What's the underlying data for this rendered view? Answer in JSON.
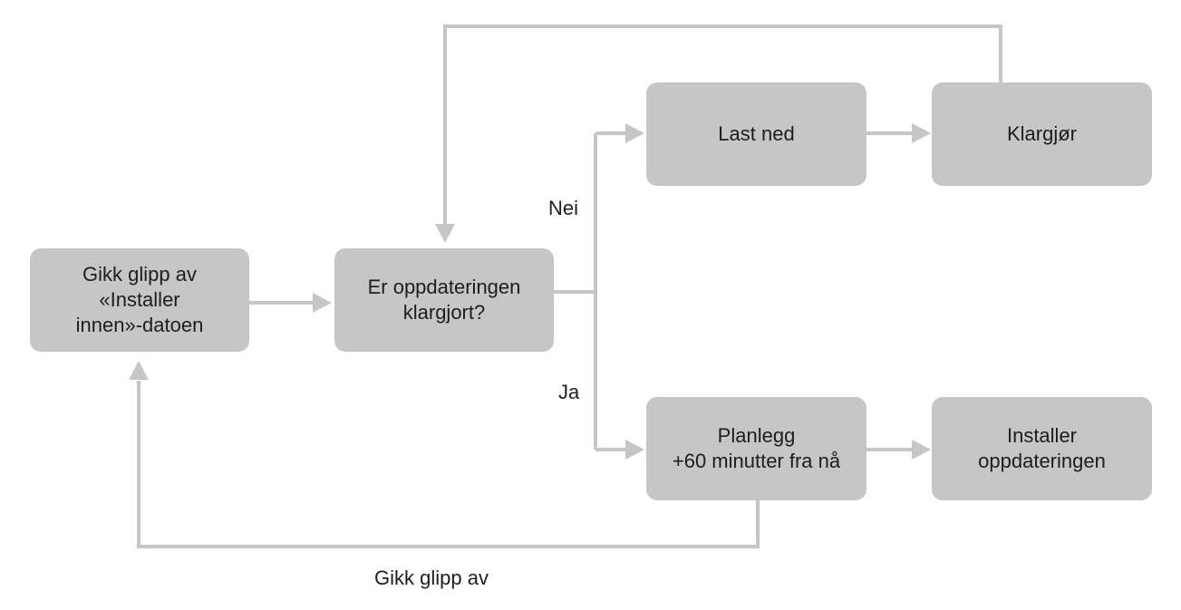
{
  "nodes": {
    "missed_deadline": {
      "lines": [
        "Gikk glipp av",
        "«Installer",
        "innen»-datoen"
      ]
    },
    "is_prepared": {
      "lines": [
        "Er oppdateringen",
        "klargjort?"
      ]
    },
    "download": {
      "lines": [
        "Last ned"
      ]
    },
    "prepare": {
      "lines": [
        "Klargjør"
      ]
    },
    "schedule": {
      "lines": [
        "Planlegg",
        "+60 minutter fra nå"
      ]
    },
    "install": {
      "lines": [
        "Installer",
        "oppdateringen"
      ]
    }
  },
  "edge_labels": {
    "no": "Nei",
    "yes": "Ja",
    "missed": "Gikk glipp av"
  },
  "colors": {
    "node_fill": "#c6c6c6",
    "connector": "#c6c6c6",
    "text": "#1d1d1f"
  }
}
